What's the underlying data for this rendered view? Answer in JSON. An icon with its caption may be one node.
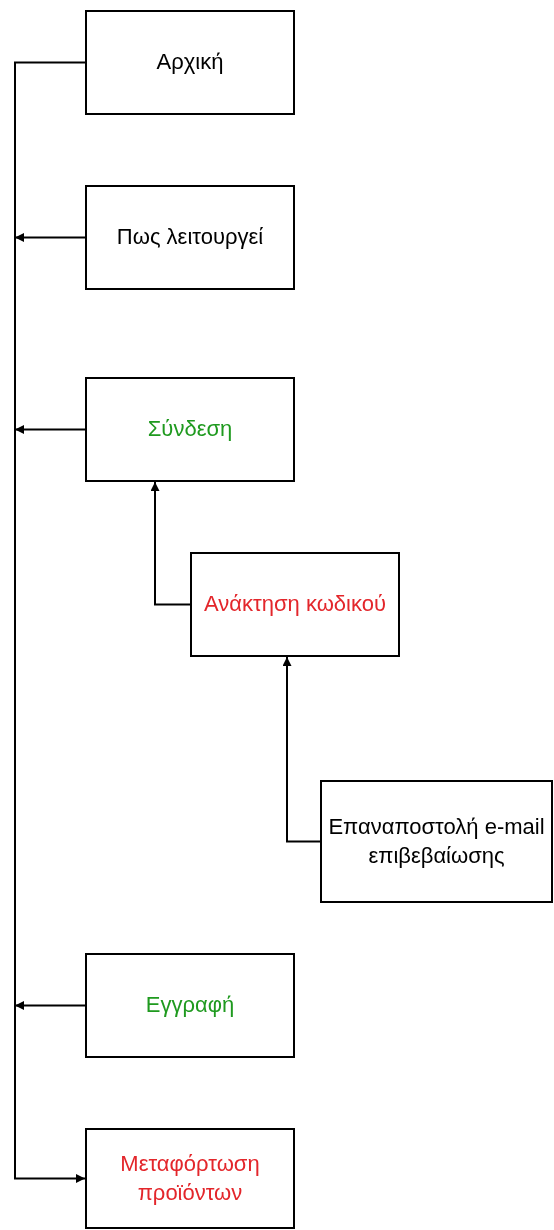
{
  "diagram": {
    "nodes": [
      {
        "text": [
          "Αρχική"
        ]
      },
      {
        "text": [
          "Πως λειτουργεί"
        ]
      },
      {
        "text": [
          "Σύνδεση"
        ]
      },
      {
        "text": [
          "Ανάκτηση κωδικού"
        ]
      },
      {
        "text": [
          "Επαναποστολή e-mail επιβεβαίωσης"
        ]
      },
      {
        "text": [
          "Εγγραφή"
        ]
      },
      {
        "text": [
          "Μεταφόρτωση προϊόντων"
        ]
      }
    ],
    "edges": [
      {
        "from": 0,
        "to": 6,
        "arrow": "to"
      },
      {
        "from": 1,
        "to": null,
        "arrow": "to"
      },
      {
        "from": 2,
        "to": null,
        "arrow": "to"
      },
      {
        "from": 3,
        "to": 2,
        "arrow": "to"
      },
      {
        "from": 4,
        "to": 3,
        "arrow": "to"
      },
      {
        "from": 5,
        "to": null,
        "arrow": "to"
      }
    ]
  }
}
